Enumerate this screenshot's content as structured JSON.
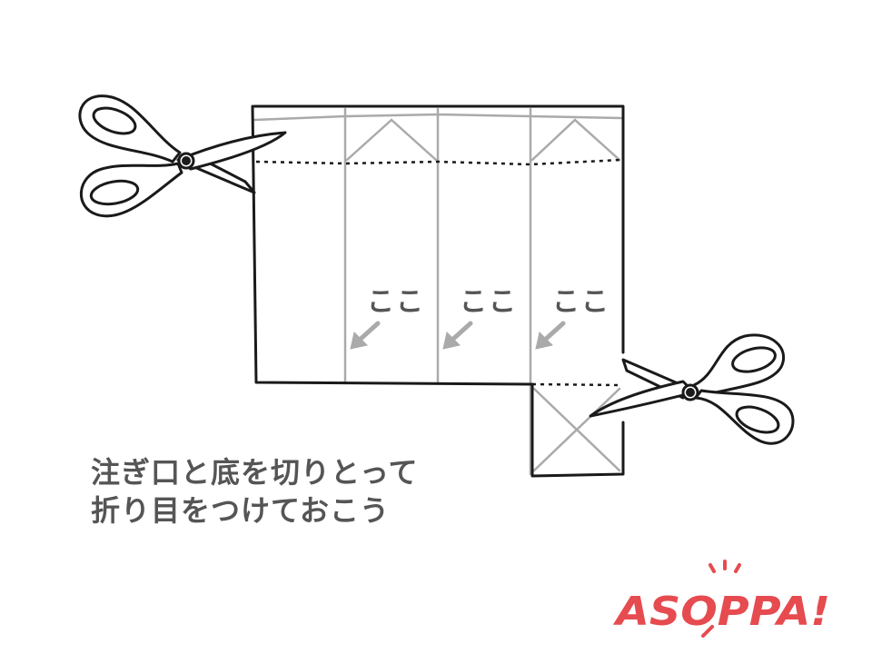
{
  "instruction": {
    "line1": "注ぎ口と底を切りとって",
    "line2": "折り目をつけておこう"
  },
  "markers": [
    "ここ",
    "ここ",
    "ここ"
  ],
  "logo": {
    "text": "ASOPPA!"
  },
  "colors": {
    "outline": "#1a1a1a",
    "fold_line": "#aaaaaa",
    "text": "#555555",
    "logo": "#e64b50"
  },
  "icons": [
    "scissors-icon",
    "arrow-icon",
    "magnifier-icon"
  ]
}
